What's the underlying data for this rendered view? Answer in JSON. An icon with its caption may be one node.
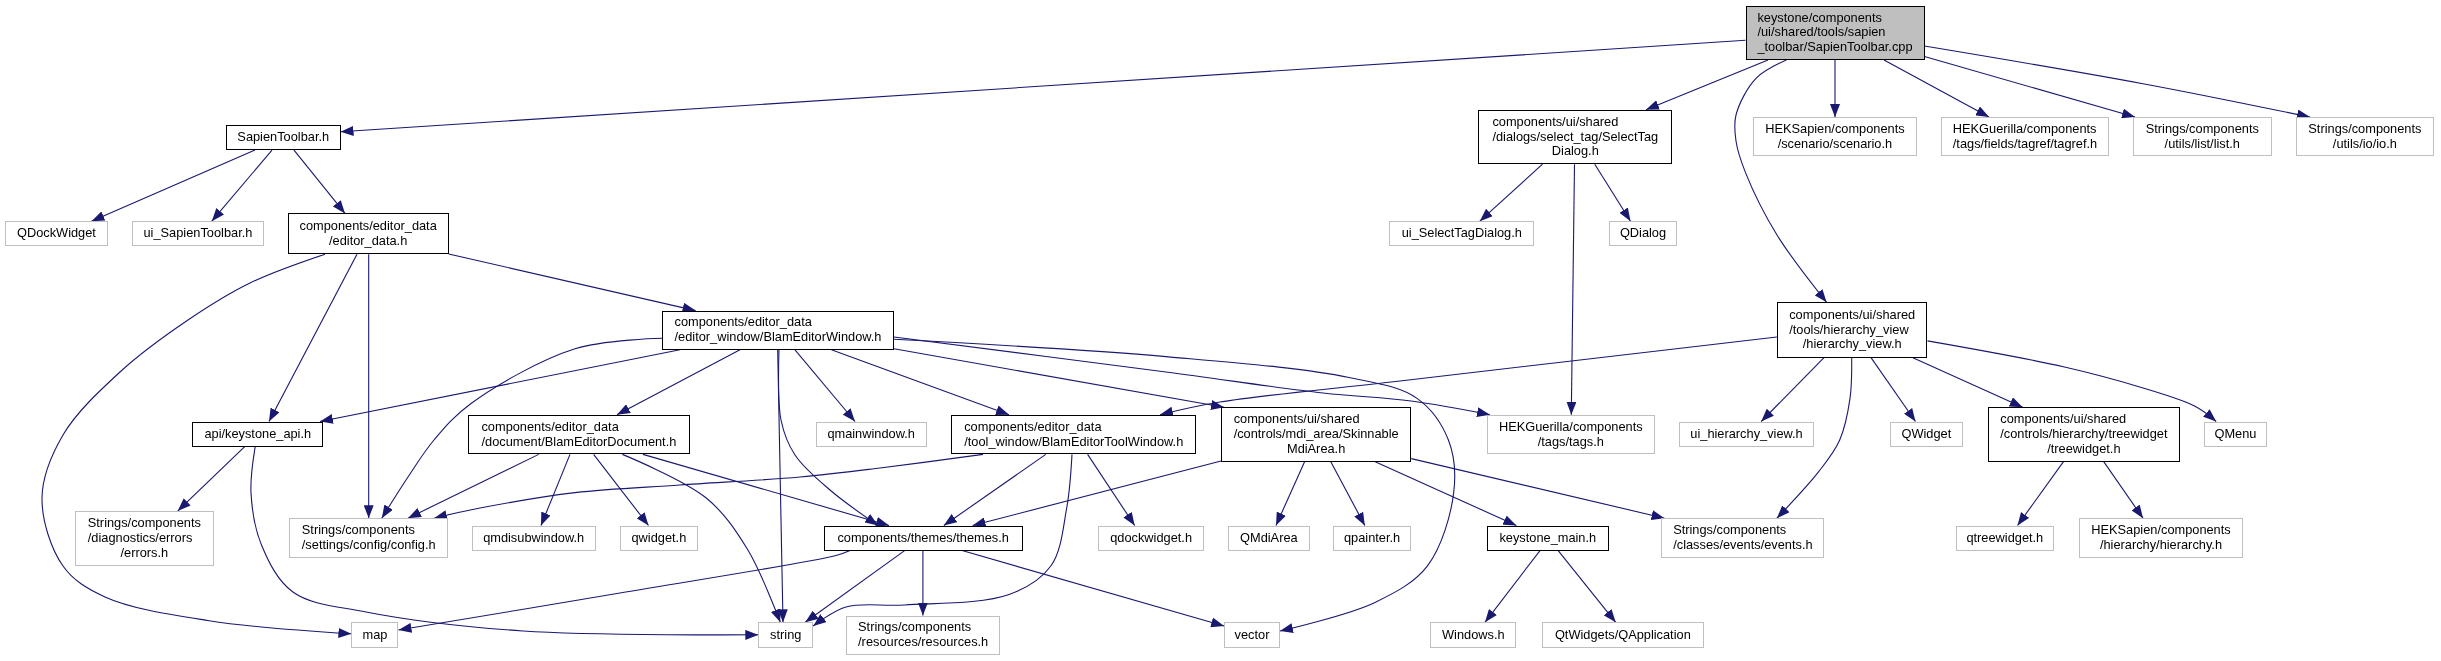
{
  "diagram": {
    "nodes": [
      {
        "text": [
          "keystone/components /ui/shared/tools/sapien _toolbar/SapienToolbar.cpp"
        ]
      },
      {
        "text": [
          "SapienToolbar.h"
        ]
      },
      {
        "text": [
          "components/ui/shared /dialogs/select_tag/SelectTag Dialog.h"
        ]
      },
      {
        "text": [
          "HEKSapien/components /scenario/scenario.h"
        ]
      },
      {
        "text": [
          "HEKGuerilla/components /tags/fields/tagref/tagref.h"
        ]
      },
      {
        "text": [
          "Strings/components /utils/list/list.h"
        ]
      },
      {
        "text": [
          "Strings/components /utils/io/io.h"
        ]
      },
      {
        "text": [
          "QDockWidget"
        ]
      },
      {
        "text": [
          "ui_SapienToolbar.h"
        ]
      },
      {
        "text": [
          "components/editor_data /editor_data.h"
        ]
      },
      {
        "text": [
          "ui_SelectTagDialog.h"
        ]
      },
      {
        "text": [
          "QDialog"
        ]
      },
      {
        "text": [
          "components/ui/shared /tools/hierarchy_view /hierarchy_view.h"
        ]
      },
      {
        "text": [
          "components/editor_data /editor_window/BlamEditorWindow.h"
        ]
      },
      {
        "text": [
          "api/keystone_api.h"
        ]
      },
      {
        "text": [
          "components/editor_data /document/BlamEditorDocument.h"
        ]
      },
      {
        "text": [
          "qmainwindow.h"
        ]
      },
      {
        "text": [
          "components/editor_data /tool_window/BlamEditorToolWindow.h"
        ]
      },
      {
        "text": [
          "components/ui/shared /controls/mdi_area/Skinnable MdiArea.h"
        ]
      },
      {
        "text": [
          "HEKGuerilla/components /tags/tags.h"
        ]
      },
      {
        "text": [
          "ui_hierarchy_view.h"
        ]
      },
      {
        "text": [
          "QWidget"
        ]
      },
      {
        "text": [
          "components/ui/shared /controls/hierarchy/treewidget /treewidget.h"
        ]
      },
      {
        "text": [
          "QMenu"
        ]
      },
      {
        "text": [
          "Strings/components /diagnostics/errors /errors.h"
        ]
      },
      {
        "text": [
          "Strings/components /settings/config/config.h"
        ]
      },
      {
        "text": [
          "qmdisubwindow.h"
        ]
      },
      {
        "text": [
          "qwidget.h"
        ]
      },
      {
        "text": [
          "components/themes/themes.h"
        ]
      },
      {
        "text": [
          "qdockwidget.h"
        ]
      },
      {
        "text": [
          "QMdiArea"
        ]
      },
      {
        "text": [
          "qpainter.h"
        ]
      },
      {
        "text": [
          "keystone_main.h"
        ]
      },
      {
        "text": [
          "Strings/components /classes/events/events.h"
        ]
      },
      {
        "text": [
          "qtreewidget.h"
        ]
      },
      {
        "text": [
          "HEKSapien/components /hierarchy/hierarchy.h"
        ]
      },
      {
        "text": [
          "map"
        ]
      },
      {
        "text": [
          "string"
        ]
      },
      {
        "text": [
          "Strings/components /resources/resources.h"
        ]
      },
      {
        "text": [
          "vector"
        ]
      },
      {
        "text": [
          "Windows.h"
        ]
      },
      {
        "text": [
          "QtWidgets/QApplication"
        ]
      }
    ],
    "edges": [
      {
        "from": 0,
        "to": 1,
        "arrow": "to"
      },
      {
        "from": 0,
        "to": 2,
        "arrow": "to"
      },
      {
        "from": 0,
        "to": 3,
        "arrow": "to"
      },
      {
        "from": 0,
        "to": 4,
        "arrow": "to"
      },
      {
        "from": 0,
        "to": 5,
        "arrow": "to"
      },
      {
        "from": 0,
        "to": 6,
        "arrow": "to"
      },
      {
        "from": 0,
        "to": 12,
        "arrow": "to"
      },
      {
        "from": 1,
        "to": 7,
        "arrow": "to"
      },
      {
        "from": 1,
        "to": 8,
        "arrow": "to"
      },
      {
        "from": 1,
        "to": 9,
        "arrow": "to"
      },
      {
        "from": 9,
        "to": 36,
        "arrow": "to"
      },
      {
        "from": 9,
        "to": 14,
        "arrow": "to"
      },
      {
        "from": 9,
        "to": 25,
        "arrow": "to"
      },
      {
        "from": 9,
        "to": 13,
        "arrow": "to"
      },
      {
        "from": 13,
        "to": 14,
        "arrow": "to"
      },
      {
        "from": 13,
        "to": 25,
        "arrow": "to"
      },
      {
        "from": 13,
        "to": 15,
        "arrow": "to"
      },
      {
        "from": 13,
        "to": 37,
        "arrow": "to"
      },
      {
        "from": 13,
        "to": 28,
        "arrow": "to"
      },
      {
        "from": 13,
        "to": 16,
        "arrow": "to"
      },
      {
        "from": 13,
        "to": 17,
        "arrow": "to"
      },
      {
        "from": 13,
        "to": 18,
        "arrow": "to"
      },
      {
        "from": 13,
        "to": 19,
        "arrow": "to"
      },
      {
        "from": 13,
        "to": 39,
        "arrow": "to"
      },
      {
        "from": 14,
        "to": 24,
        "arrow": "to"
      },
      {
        "from": 14,
        "to": 37,
        "arrow": "to"
      },
      {
        "from": 15,
        "to": 25,
        "arrow": "to"
      },
      {
        "from": 15,
        "to": 26,
        "arrow": "to"
      },
      {
        "from": 15,
        "to": 27,
        "arrow": "to"
      },
      {
        "from": 15,
        "to": 37,
        "arrow": "to"
      },
      {
        "from": 15,
        "to": 28,
        "arrow": "to"
      },
      {
        "from": 17,
        "to": 25,
        "arrow": "to"
      },
      {
        "from": 17,
        "to": 28,
        "arrow": "to"
      },
      {
        "from": 17,
        "to": 37,
        "arrow": "to"
      },
      {
        "from": 17,
        "to": 29,
        "arrow": "to"
      },
      {
        "from": 18,
        "to": 28,
        "arrow": "to"
      },
      {
        "from": 18,
        "to": 30,
        "arrow": "to"
      },
      {
        "from": 18,
        "to": 31,
        "arrow": "to"
      },
      {
        "from": 18,
        "to": 32,
        "arrow": "to"
      },
      {
        "from": 18,
        "to": 33,
        "arrow": "to"
      },
      {
        "from": 28,
        "to": 36,
        "arrow": "to"
      },
      {
        "from": 28,
        "to": 37,
        "arrow": "to"
      },
      {
        "from": 28,
        "to": 38,
        "arrow": "to"
      },
      {
        "from": 28,
        "to": 39,
        "arrow": "to"
      },
      {
        "from": 32,
        "to": 40,
        "arrow": "to"
      },
      {
        "from": 32,
        "to": 41,
        "arrow": "to"
      },
      {
        "from": 2,
        "to": 10,
        "arrow": "to"
      },
      {
        "from": 2,
        "to": 11,
        "arrow": "to"
      },
      {
        "from": 2,
        "to": 19,
        "arrow": "to"
      },
      {
        "from": 12,
        "to": 17,
        "arrow": "to"
      },
      {
        "from": 12,
        "to": 20,
        "arrow": "to"
      },
      {
        "from": 12,
        "to": 33,
        "arrow": "to"
      },
      {
        "from": 12,
        "to": 21,
        "arrow": "to"
      },
      {
        "from": 12,
        "to": 22,
        "arrow": "to"
      },
      {
        "from": 12,
        "to": 23,
        "arrow": "to"
      },
      {
        "from": 22,
        "to": 34,
        "arrow": "to"
      },
      {
        "from": 22,
        "to": 35,
        "arrow": "to"
      }
    ]
  }
}
